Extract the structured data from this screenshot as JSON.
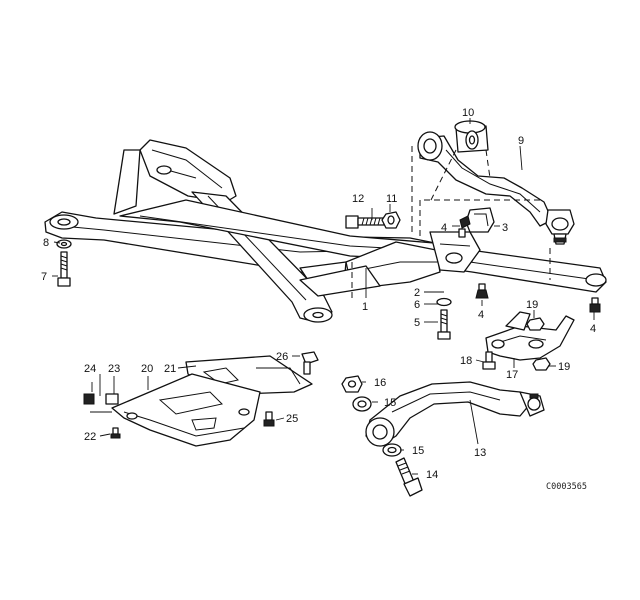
{
  "diagram": {
    "part_numbers": [
      "1",
      "2",
      "3",
      "4",
      "4",
      "4",
      "5",
      "6",
      "7",
      "8",
      "9",
      "10",
      "11",
      "12",
      "13",
      "14",
      "15",
      "15",
      "16",
      "17",
      "18",
      "19",
      "19",
      "20",
      "21",
      "22",
      "23",
      "24",
      "25",
      "26"
    ],
    "image_code": "C0003565"
  }
}
